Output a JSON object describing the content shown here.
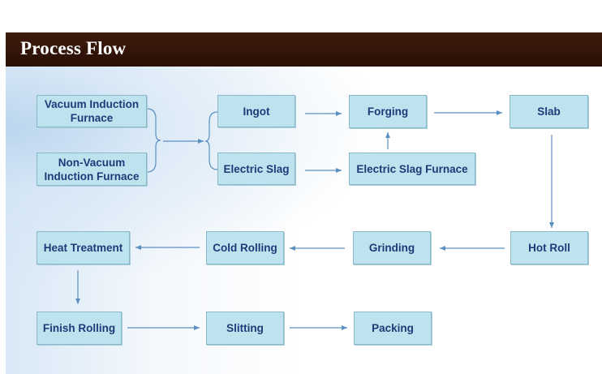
{
  "header": {
    "title": "Process Flow"
  },
  "nodes": {
    "vacuum_induction_furnace": "Vacuum Induction Furnace",
    "non_vacuum_induction_furnace": "Non-Vacuum Induction Furnace",
    "ingot": "Ingot",
    "electric_slag": "Electric Slag",
    "forging": "Forging",
    "electric_slag_furnace": "Electric Slag Furnace",
    "slab": "Slab",
    "hot_roll": "Hot Roll",
    "grinding": "Grinding",
    "cold_rolling": "Cold Rolling",
    "heat_treatment": "Heat Treatment",
    "finish_rolling": "Finish Rolling",
    "slitting": "Slitting",
    "packing": "Packing"
  },
  "colors": {
    "header_bg": "#2a0f05",
    "box_fill": "#bde3ef",
    "box_text": "#1f3a78",
    "arrow": "#5b8fc2"
  }
}
